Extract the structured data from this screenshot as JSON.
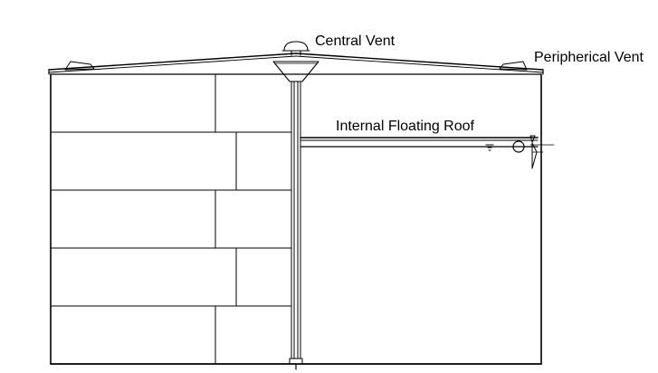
{
  "diagram": {
    "labels": {
      "central_vent": "Central Vent",
      "peripheral_vent": "Peripherical Vent",
      "internal_floating_roof": "Internal Floating Roof"
    },
    "colors": {
      "line": "#000000",
      "background": "#ffffff"
    }
  }
}
